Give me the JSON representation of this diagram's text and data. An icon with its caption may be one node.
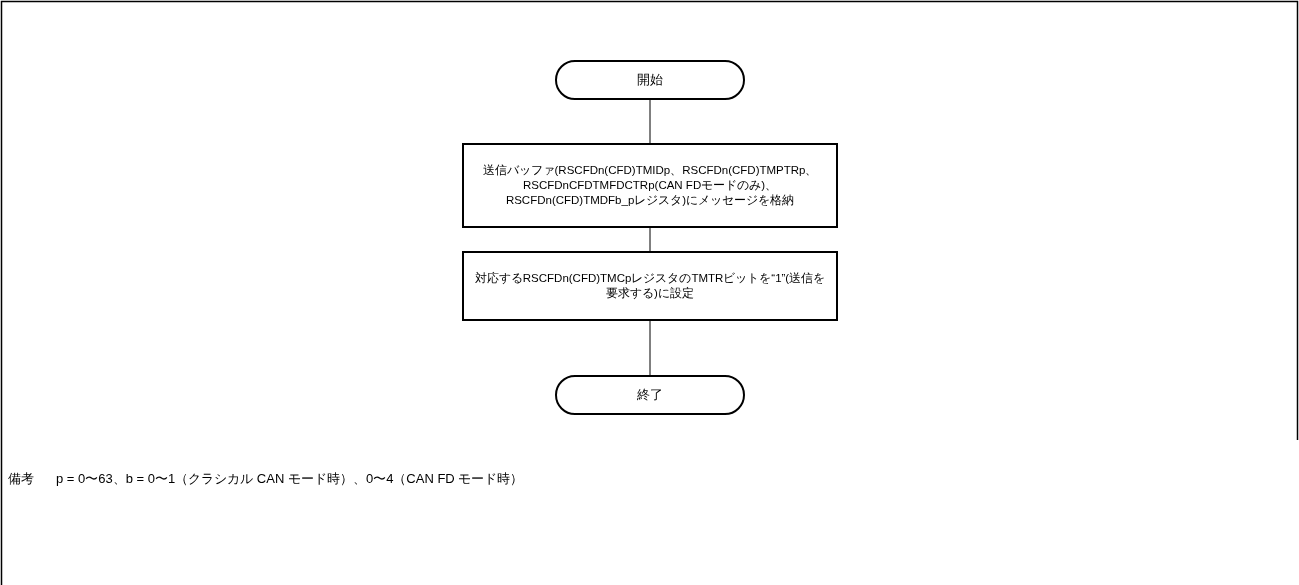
{
  "diagram": {
    "nodes": [
      {
        "text": [
          "開始"
        ]
      },
      {
        "text": [
          "送信バッファ(RSCFDn(CFD)TMIDp、RSCFDn(CFD)TMPTRp、RSCFDnCFDTMFDCTRp(CAN FDモードのみ)、RSCFDn(CFD)TMDFb_pレジスタ)にメッセージを格納"
        ]
      },
      {
        "text": [
          "対応するRSCFDn(CFD)TMCpレジスタのTMTRビットを“1”(送信を要求する)に設定"
        ]
      },
      {
        "text": [
          "終了"
        ]
      }
    ],
    "edges": [
      {
        "from": 0,
        "to": 1,
        "arrow": "none"
      },
      {
        "from": 1,
        "to": 2,
        "arrow": "none"
      },
      {
        "from": 2,
        "to": 3,
        "arrow": "none"
      }
    ],
    "labels": [
      "備考",
      "p = 0〜63、b = 0〜1（クラシカル CAN モード時）、0〜4（CAN FD モード時）"
    ]
  }
}
